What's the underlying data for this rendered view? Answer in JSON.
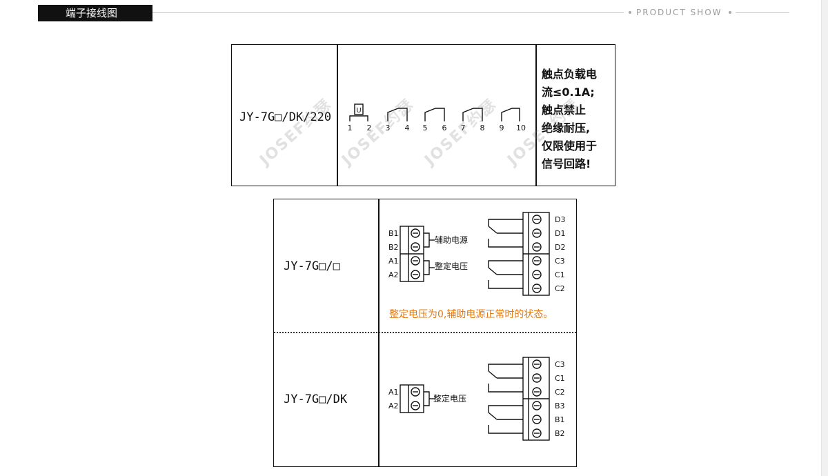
{
  "header": {
    "title": "端子接线图",
    "subtitle": "PRODUCT SHOW"
  },
  "watermark": {
    "text": "JOSEF约瑟"
  },
  "table1": {
    "model": "JY-7G□/DK/220",
    "terminal_numbers": [
      "1",
      "2",
      "3",
      "4",
      "5",
      "6",
      "7",
      "8",
      "9",
      "10"
    ],
    "coil_symbol": "U",
    "note_lines": [
      "触点负载电",
      "流≤0.1A;",
      "触点禁止",
      "绝缘耐压,",
      "仅限使用于",
      "信号回路!"
    ]
  },
  "table2": {
    "row1": {
      "model": "JY-7G□/□",
      "left_terminals": [
        "B1",
        "B2",
        "A1",
        "A2"
      ],
      "left_labels": [
        "辅助电源",
        "整定电压"
      ],
      "right_terminals": [
        "D3",
        "D1",
        "D2",
        "C3",
        "C1",
        "C2"
      ],
      "status_note": "整定电压为0,辅助电源正常时的状态。"
    },
    "row2": {
      "model": "JY-7G□/DK",
      "left_terminals": [
        "A1",
        "A2"
      ],
      "left_labels": [
        "整定电压"
      ],
      "right_terminals": [
        "C3",
        "C1",
        "C2",
        "B3",
        "B1",
        "B2"
      ]
    }
  },
  "colors": {
    "accent": "#e07a16",
    "ink": "#111111",
    "header_bg": "#111111"
  }
}
